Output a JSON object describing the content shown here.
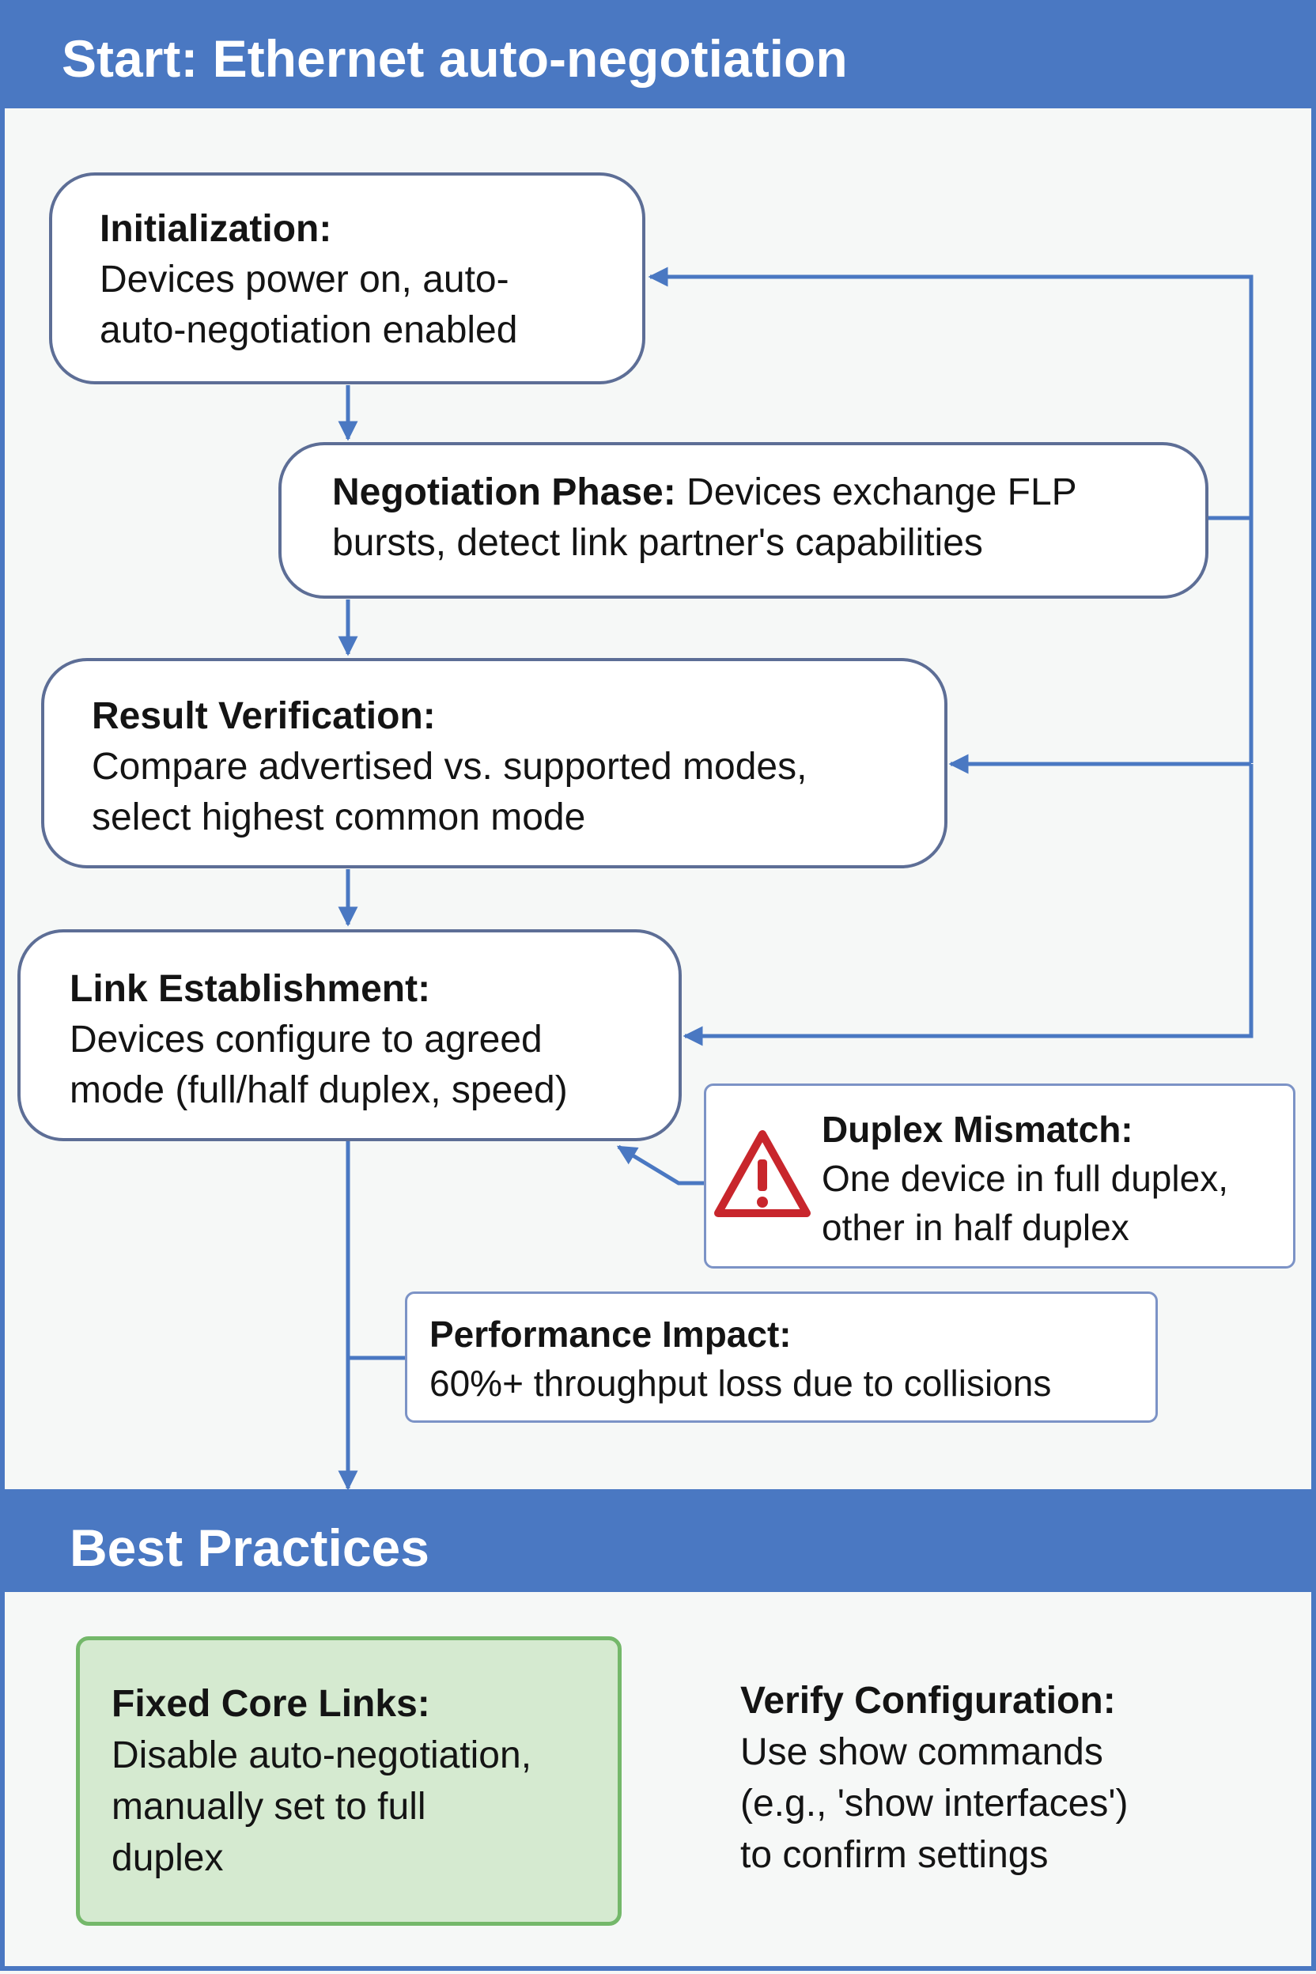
{
  "header": {
    "title": "Start: Ethernet auto-negotiation"
  },
  "steps": {
    "initialization": {
      "title": "Initialization:",
      "lines": [
        "Devices power on, auto-",
        "auto-negotiation enabled"
      ]
    },
    "negotiation": {
      "title": "Negotiation Phase:",
      "text_inline": " Devices exchange FLP",
      "line2": "bursts, detect link partner's capabilities"
    },
    "verification": {
      "title": "Result Verification:",
      "lines": [
        "Compare advertised vs. supported modes,",
        "select highest common mode"
      ]
    },
    "establishment": {
      "title": "Link Establishment:",
      "lines": [
        "Devices configure to agreed",
        "mode (full/half duplex, speed)"
      ]
    }
  },
  "notes": {
    "mismatch": {
      "title": "Duplex Mismatch:",
      "lines": [
        "One device in full duplex,",
        "other in half duplex"
      ],
      "icon": "warning-triangle-icon",
      "icon_color": "#c8262c"
    },
    "impact": {
      "title": "Performance Impact:",
      "lines": [
        "60%+ throughput loss due to collisions"
      ]
    }
  },
  "best_practices": {
    "title": "Best Practices",
    "fixed_core": {
      "title": "Fixed Core Links:",
      "lines": [
        "Disable auto-negotiation,",
        "manually set to full",
        "duplex"
      ]
    },
    "verify": {
      "title": "Verify Configuration:",
      "lines": [
        "Use show commands",
        "(e.g., 'show interfaces')",
        "to confirm settings"
      ]
    }
  },
  "colors": {
    "accent": "#4a78c2",
    "box_border": "#5d6e96",
    "green_fill": "#d5ead0",
    "green_border": "#74b86a",
    "warning": "#c8262c"
  }
}
